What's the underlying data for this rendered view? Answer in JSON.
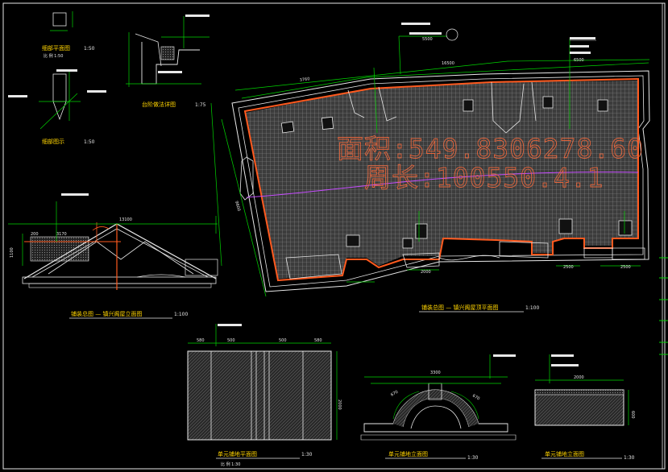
{
  "drawing": {
    "area_text": "面积:549.8306278.60",
    "perimeter_text": "周长:100550.4.1"
  },
  "titles": {
    "plaza_plan": "铺装总图 — 镇兴阁屋顶平面图",
    "plaza_plan_scale": "1:100",
    "roof_section": "铺装总图 — 镇兴阁屋立面图",
    "roof_section_scale": "1:100",
    "detail_a": "细部平面图",
    "detail_a_scale": "1:50",
    "detail_b": "细部图示",
    "detail_b_scale": "1:50",
    "detail_c": "台阶做法详图",
    "detail_c_scale": "1:75",
    "unit_plan": "单元铺地平面图",
    "unit_plan_scale": "1:30",
    "unit_plan_note": "比 例  1:30",
    "arch_section": "单元铺地立面图",
    "arch_section_scale": "1:30",
    "unit_section": "单元铺地立面图",
    "unit_section_scale": "1:30"
  },
  "colors": {
    "background": "#000000",
    "outline": "#e8e8e8",
    "boundary": "#ff5a1f",
    "dimension": "#00d400",
    "hatch": "#9a9a9a",
    "label": "#ffd400",
    "accent_line": "#c64cff",
    "axis": "#d11a1a"
  }
}
